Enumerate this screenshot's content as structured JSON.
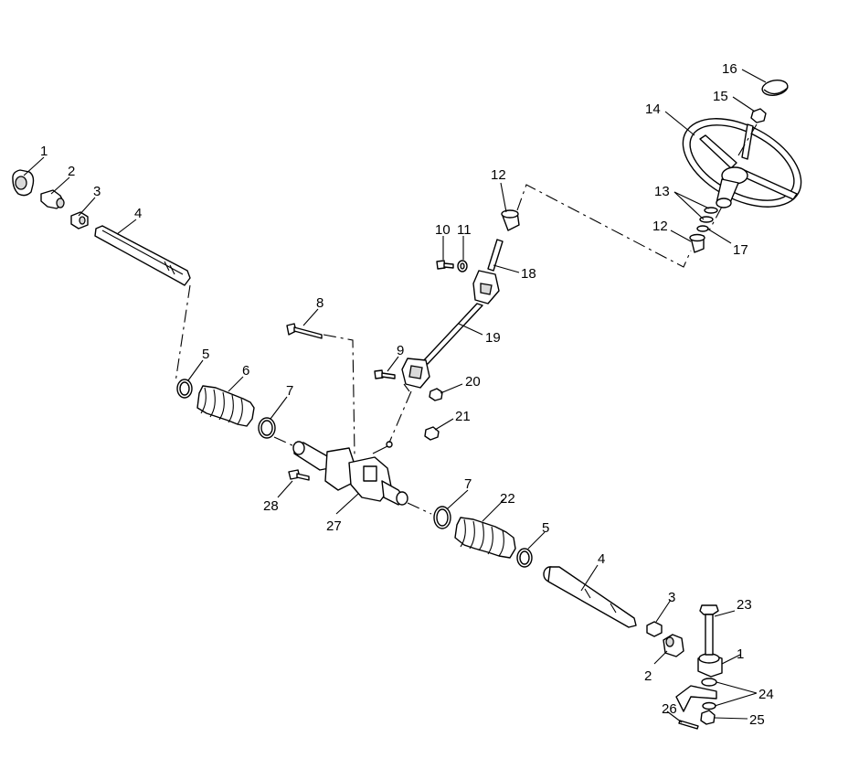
{
  "callouts": [
    {
      "id": "c1a",
      "text": "1"
    },
    {
      "id": "c2a",
      "text": "2"
    },
    {
      "id": "c3a",
      "text": "3"
    },
    {
      "id": "c4a",
      "text": "4"
    },
    {
      "id": "c5a",
      "text": "5"
    },
    {
      "id": "c6",
      "text": "6"
    },
    {
      "id": "c7a",
      "text": "7"
    },
    {
      "id": "c8",
      "text": "8"
    },
    {
      "id": "c9",
      "text": "9"
    },
    {
      "id": "c10",
      "text": "10"
    },
    {
      "id": "c11",
      "text": "11"
    },
    {
      "id": "c12a",
      "text": "12"
    },
    {
      "id": "c12b",
      "text": "12"
    },
    {
      "id": "c13",
      "text": "13"
    },
    {
      "id": "c14",
      "text": "14"
    },
    {
      "id": "c15",
      "text": "15"
    },
    {
      "id": "c16",
      "text": "16"
    },
    {
      "id": "c17",
      "text": "17"
    },
    {
      "id": "c18",
      "text": "18"
    },
    {
      "id": "c19",
      "text": "19"
    },
    {
      "id": "c20",
      "text": "20"
    },
    {
      "id": "c21",
      "text": "21"
    },
    {
      "id": "c22",
      "text": "22"
    },
    {
      "id": "c7b",
      "text": "7"
    },
    {
      "id": "c5b",
      "text": "5"
    },
    {
      "id": "c4b",
      "text": "4"
    },
    {
      "id": "c3b",
      "text": "3"
    },
    {
      "id": "c23",
      "text": "23"
    },
    {
      "id": "c1b",
      "text": "1"
    },
    {
      "id": "c2b",
      "text": "2"
    },
    {
      "id": "c24",
      "text": "24"
    },
    {
      "id": "c25",
      "text": "25"
    },
    {
      "id": "c26",
      "text": "26"
    },
    {
      "id": "c27",
      "text": "27"
    },
    {
      "id": "c28",
      "text": "28"
    }
  ]
}
